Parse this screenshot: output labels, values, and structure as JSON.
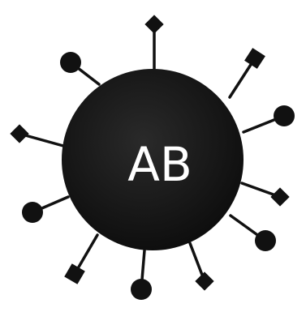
{
  "diagram": {
    "center_label": "AB",
    "core_color": "#161616",
    "line_color": "#111111",
    "label_color": "#ffffff",
    "spikes": [
      {
        "name": "spike-top-diamond",
        "tip": "diamond"
      },
      {
        "name": "spike-upper-right-square",
        "tip": "square"
      },
      {
        "name": "spike-right-circle",
        "tip": "circle"
      },
      {
        "name": "spike-right-lower-diamond",
        "tip": "diamond"
      },
      {
        "name": "spike-lower-right-circle",
        "tip": "circle"
      },
      {
        "name": "spike-bottom-right-diamond",
        "tip": "diamond"
      },
      {
        "name": "spike-bottom-circle",
        "tip": "circle"
      },
      {
        "name": "spike-bottom-left-square",
        "tip": "square"
      },
      {
        "name": "spike-left-lower-circle",
        "tip": "circle"
      },
      {
        "name": "spike-left-diamond",
        "tip": "diamond"
      },
      {
        "name": "spike-upper-left-circle",
        "tip": "circle"
      }
    ]
  }
}
